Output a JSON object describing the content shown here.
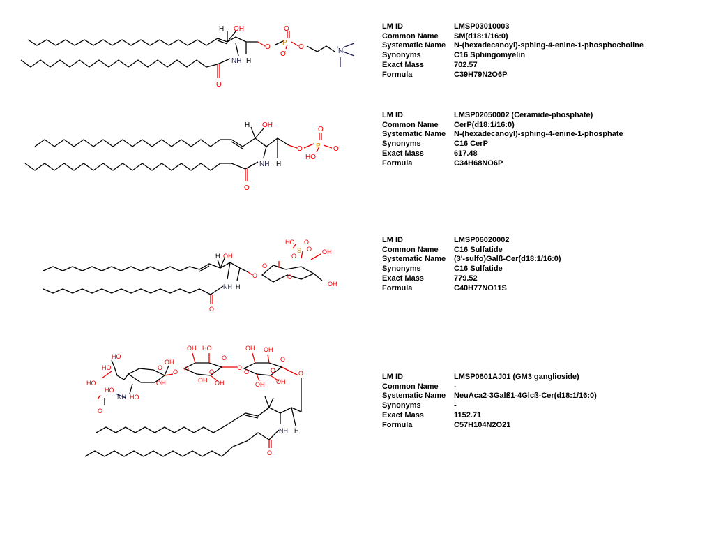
{
  "labels": {
    "lm_id": "LM ID",
    "common_name": "Common Name",
    "systematic_name": "Systematic Name",
    "synonyms": "Synonyms",
    "exact_mass": "Exact Mass",
    "formula": "Formula"
  },
  "entries": [
    {
      "lm_id": "LMSP03010003",
      "common_name": "SM(d18:1/16:0)",
      "systematic_name": "N-(hexadecanoyl)-sphing-4-enine-1-phosphocholine",
      "synonyms": "C16 Sphingomyelin",
      "exact_mass": "702.57",
      "formula": "C39H79N2O6P",
      "atoms": [
        "H",
        "OH",
        "O",
        "P",
        "O",
        "O",
        "O",
        "N",
        "NH",
        "H",
        "O",
        "+",
        "-"
      ]
    },
    {
      "lm_id": "LMSP02050002 (Ceramide-phosphate)",
      "common_name": "CerP(d18:1/16:0)",
      "systematic_name": "N-(hexadecanoyl)-sphing-4-enine-1-phosphate",
      "synonyms": "C16 CerP",
      "exact_mass": "617.48",
      "formula": "C34H68NO6P",
      "atoms": [
        "H",
        "OH",
        "O",
        "P",
        "O",
        "O",
        "HO",
        "NH",
        "H",
        "O"
      ]
    },
    {
      "lm_id": "LMSP06020002",
      "common_name": "C16 Sulfatide",
      "systematic_name": "(3'-sulfo)Galß-Cer(d18:1/16:0)",
      "synonyms": "C16 Sulfatide",
      "exact_mass": "779.52",
      "formula": "C40H77NO11S",
      "atoms": [
        "H",
        "OH",
        "HO",
        "O",
        "S",
        "O",
        "O",
        "OH",
        "O",
        "O",
        "O",
        "OH",
        "NH",
        "H",
        "O"
      ]
    },
    {
      "lm_id": "LMSP0601AJ01 (GM3 ganglioside)",
      "common_name": "-",
      "systematic_name": "NeuAca2-3Galß1-4Glcß-Cer(d18:1/16:0)",
      "synonyms": "-",
      "exact_mass": "1152.71",
      "formula": "C57H104N2O21",
      "atoms": [
        "HO",
        "HO",
        "HO",
        "HO",
        "NH",
        "O",
        "HO",
        "OH",
        "O",
        "OH",
        "O",
        "OH",
        "HO",
        "OH",
        "O",
        "O",
        "OH",
        "O",
        "OH",
        "OH",
        "O",
        "OH",
        "O",
        "O",
        "O",
        "OH",
        "NH",
        "H",
        "O",
        "O"
      ]
    }
  ]
}
